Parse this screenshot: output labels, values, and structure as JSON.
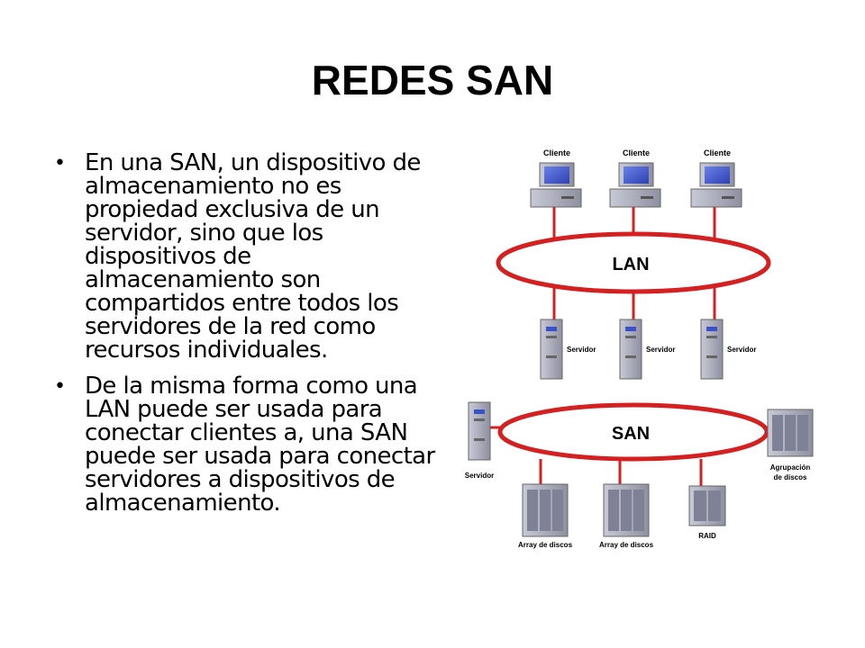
{
  "title": "REDES SAN",
  "bullets": [
    "En una SAN,  un dispositivo de almacenamiento no es propiedad exclusiva  de un servidor, sino que los dispositivos de almacenamiento son compartidos entre todos los servidores de la red como recursos individuales.",
    "De la misma forma como una LAN puede ser usada para conectar clientes  a, una SAN  puede ser usada para conectar servidores  a dispositivos de almacenamiento."
  ],
  "diagram": {
    "clients": [
      "Cliente",
      "Cliente",
      "Cliente"
    ],
    "lan_label": "LAN",
    "servers": [
      "Servidor",
      "Servidor",
      "Servidor"
    ],
    "san_label": "SAN",
    "side_server": "Servidor",
    "side_storage": [
      "Agrupación",
      "de discos"
    ],
    "storage": [
      "Array de discos",
      "Array de discos",
      "RAID"
    ]
  },
  "colors": {
    "network_ring": "#d42020",
    "device_gray": "#a8aab8",
    "device_blue": "#3a52c8"
  }
}
